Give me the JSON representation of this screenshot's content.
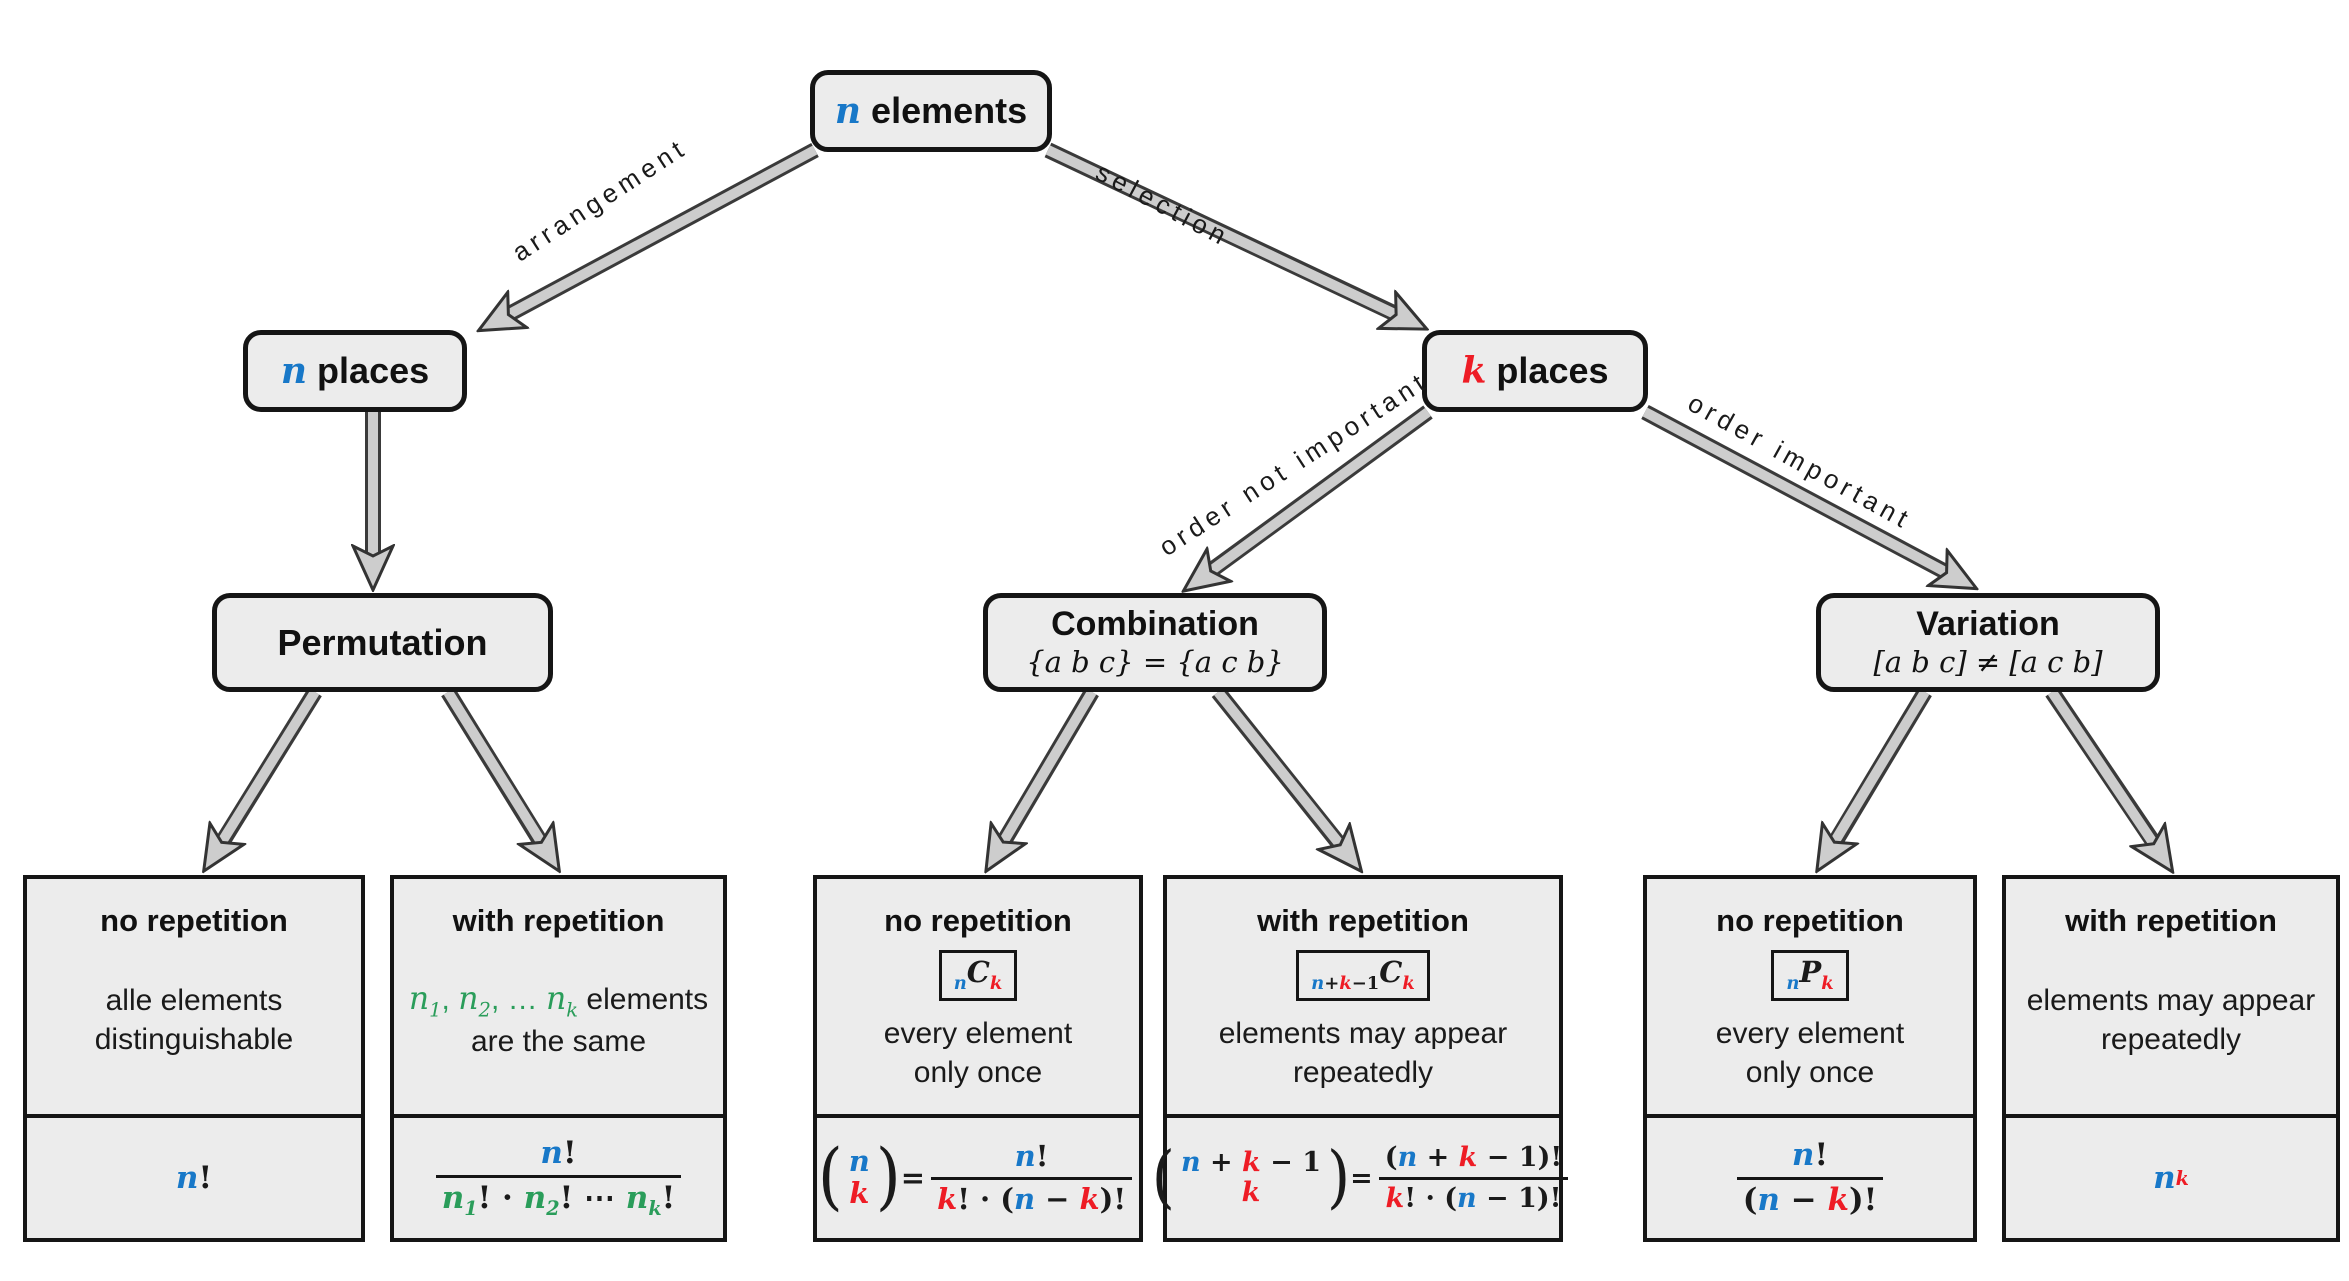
{
  "colors": {
    "blue": "#1878c8",
    "red": "#ee1c25",
    "green": "#2a9d5a",
    "black": "#1a1a1a"
  },
  "nodes": {
    "n_elements": {
      "title": [
        {
          "t": "n",
          "c": "blue",
          "it": true
        },
        {
          "t": " elements"
        }
      ]
    },
    "n_places": {
      "title": [
        {
          "t": "n",
          "c": "blue",
          "it": true
        },
        {
          "t": " places"
        }
      ]
    },
    "k_places": {
      "title": [
        {
          "t": "k",
          "c": "red",
          "it": true
        },
        {
          "t": " places"
        }
      ]
    },
    "permutation": {
      "title": [
        {
          "t": "Permutation"
        }
      ]
    },
    "combination": {
      "title": [
        {
          "t": "Combination"
        }
      ],
      "subtitle": [
        {
          "t": "{a b c} = {a c b}",
          "it": true
        }
      ]
    },
    "variation": {
      "title": [
        {
          "t": "Variation"
        }
      ],
      "subtitle": [
        {
          "t": "[a b c] ≠ [a c b]",
          "it": true
        }
      ]
    }
  },
  "edges": {
    "arrangement": "arrangement",
    "selection": "selection",
    "order_not_important": "order not important",
    "order_important": "order important"
  },
  "leaves": [
    {
      "header": "no repetition",
      "desc": [
        {
          "t": "alle elements"
        },
        {
          "br": true
        },
        {
          "t": "distinguishable"
        }
      ],
      "formula": [
        {
          "t": "n",
          "c": "blue",
          "it": true
        },
        {
          "t": "!"
        }
      ]
    },
    {
      "header": "with repetition",
      "desc": [
        {
          "t": "n",
          "c": "green",
          "it": true,
          "sb": "1"
        },
        {
          "t": ", ",
          "c": "green"
        },
        {
          "t": "n",
          "c": "green",
          "it": true,
          "sb": "2"
        },
        {
          "t": ", … ",
          "c": "green"
        },
        {
          "t": "n",
          "c": "green",
          "it": true,
          "sb": "k"
        },
        {
          "t": " elements"
        },
        {
          "br": true
        },
        {
          "t": "are the same"
        }
      ],
      "formula": [
        {
          "f": "frac",
          "num": [
            {
              "t": "n",
              "c": "blue",
              "it": true
            },
            {
              "t": "!"
            }
          ],
          "den": [
            {
              "t": "n",
              "c": "green",
              "it": true,
              "sb": "1"
            },
            {
              "t": "! · "
            },
            {
              "t": "n",
              "c": "green",
              "it": true,
              "sb": "2"
            },
            {
              "t": "! ⋯ "
            },
            {
              "t": "n",
              "c": "green",
              "it": true,
              "sb": "k"
            },
            {
              "t": "!"
            }
          ]
        }
      ]
    },
    {
      "header": "no repetition",
      "badge": [
        {
          "t": "n",
          "c": "blue",
          "it": true,
          "sub": true
        },
        {
          "t": "C",
          "it": true
        },
        {
          "t": "k",
          "c": "red",
          "it": true,
          "sub": true
        }
      ],
      "desc": [
        {
          "t": "every element"
        },
        {
          "br": true
        },
        {
          "t": "only once"
        }
      ],
      "formula": [
        {
          "f": "binom",
          "l": "(",
          "r": ")",
          "top": [
            {
              "t": "n",
              "c": "blue",
              "it": true
            }
          ],
          "bot": [
            {
              "t": "k",
              "c": "red",
              "it": true
            }
          ]
        },
        {
          "t": " = "
        },
        {
          "f": "frac",
          "num": [
            {
              "t": "n",
              "c": "blue",
              "it": true
            },
            {
              "t": "!"
            }
          ],
          "den": [
            {
              "t": "k",
              "c": "red",
              "it": true
            },
            {
              "t": "! · ("
            },
            {
              "t": "n",
              "c": "blue",
              "it": true
            },
            {
              "t": " − "
            },
            {
              "t": "k",
              "c": "red",
              "it": true
            },
            {
              "t": ")!"
            }
          ]
        }
      ]
    },
    {
      "header": "with repetition",
      "badge": [
        {
          "t": "n",
          "c": "blue",
          "it": true,
          "sub": true
        },
        {
          "t": "+",
          "sub": true
        },
        {
          "t": "k",
          "c": "red",
          "it": true,
          "sub": true
        },
        {
          "t": "−1",
          "sub": true
        },
        {
          "t": "C",
          "it": true
        },
        {
          "t": "k",
          "c": "red",
          "it": true,
          "sub": true
        }
      ],
      "desc": [
        {
          "t": "elements may appear"
        },
        {
          "br": true
        },
        {
          "t": "repeatedly"
        }
      ],
      "formula": [
        {
          "f": "binom",
          "l": "(",
          "r": ")",
          "top": [
            {
              "t": "n",
              "c": "blue",
              "it": true
            },
            {
              "t": " + "
            },
            {
              "t": "k",
              "c": "red",
              "it": true
            },
            {
              "t": " − 1"
            }
          ],
          "bot": [
            {
              "t": "k",
              "c": "red",
              "it": true
            }
          ]
        },
        {
          "t": " = "
        },
        {
          "f": "frac",
          "num": [
            {
              "t": "("
            },
            {
              "t": "n",
              "c": "blue",
              "it": true
            },
            {
              "t": " + "
            },
            {
              "t": "k",
              "c": "red",
              "it": true
            },
            {
              "t": " − 1)!"
            }
          ],
          "den": [
            {
              "t": "k",
              "c": "red",
              "it": true
            },
            {
              "t": "! · ("
            },
            {
              "t": "n",
              "c": "blue",
              "it": true
            },
            {
              "t": " − 1)!"
            }
          ]
        }
      ]
    },
    {
      "header": "no repetition",
      "badge": [
        {
          "t": "n",
          "c": "blue",
          "it": true,
          "sub": true
        },
        {
          "t": "P",
          "it": true
        },
        {
          "t": "k",
          "c": "red",
          "it": true,
          "sub": true
        }
      ],
      "desc": [
        {
          "t": "every element"
        },
        {
          "br": true
        },
        {
          "t": "only once"
        }
      ],
      "formula": [
        {
          "f": "frac",
          "num": [
            {
              "t": "n",
              "c": "blue",
              "it": true
            },
            {
              "t": "!"
            }
          ],
          "den": [
            {
              "t": "("
            },
            {
              "t": "n",
              "c": "blue",
              "it": true
            },
            {
              "t": " − "
            },
            {
              "t": "k",
              "c": "red",
              "it": true
            },
            {
              "t": ")!"
            }
          ]
        }
      ]
    },
    {
      "header": "with repetition",
      "desc": [
        {
          "t": "elements may appear"
        },
        {
          "br": true
        },
        {
          "t": "repeatedly"
        }
      ],
      "formula": [
        {
          "t": "n",
          "c": "blue",
          "it": true
        },
        {
          "t": "k",
          "c": "red",
          "it": true,
          "sup": true
        }
      ]
    }
  ]
}
